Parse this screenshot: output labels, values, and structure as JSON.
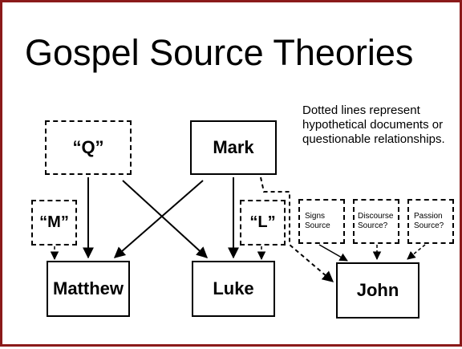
{
  "title": "Gospel Source Theories",
  "note": "Dotted lines represent hypothetical documents or questionable relationships.",
  "nodes": {
    "q": "“Q”",
    "mark": "Mark",
    "m": "“M”",
    "l": "“L”",
    "matthew": "Matthew",
    "luke": "Luke",
    "john": "John",
    "signs": "Signs Source",
    "discourse": "Discourse Source?",
    "passion": "Passion Source?"
  },
  "colors": {
    "border": "#8b1a1a",
    "ink": "#000000",
    "background": "#ffffff"
  }
}
